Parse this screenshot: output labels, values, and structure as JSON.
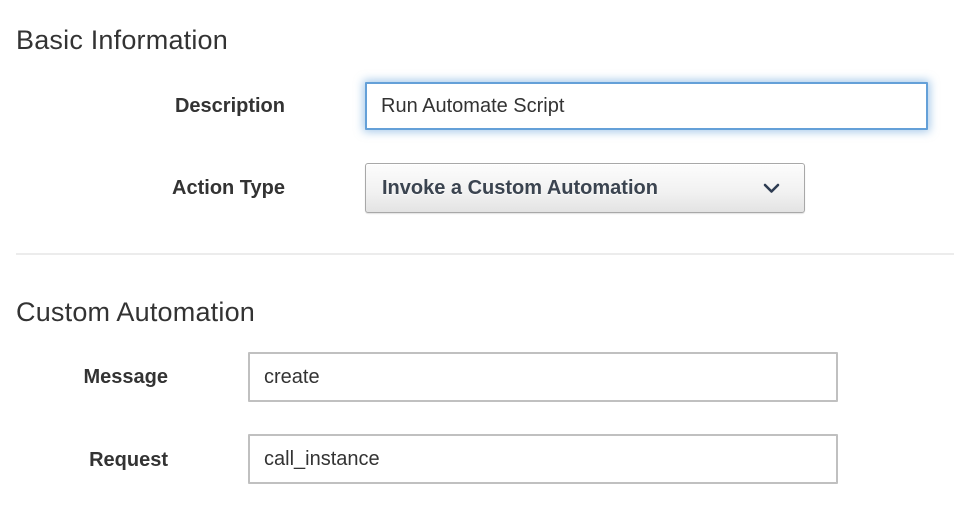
{
  "sections": {
    "basic": {
      "title": "Basic Information",
      "fields": {
        "description": {
          "label": "Description",
          "value": "Run Automate Script",
          "state": "focused"
        },
        "action_type": {
          "label": "Action Type",
          "value": "Invoke a Custom Automation"
        }
      }
    },
    "custom": {
      "title": "Custom Automation",
      "fields": {
        "message": {
          "label": "Message",
          "value": "create"
        },
        "request": {
          "label": "Request",
          "value": "call_instance"
        }
      }
    }
  },
  "icons": {
    "action_type_dropdown": "chevron-down"
  },
  "colors": {
    "focus_border": "#64a0d8",
    "focus_glow": "rgba(99,161,216,0.55)",
    "input_border": "#c0c0c0",
    "select_border": "#a8a8a8",
    "select_text": "#3b4450",
    "divider": "#ececec",
    "text": "#333333"
  }
}
